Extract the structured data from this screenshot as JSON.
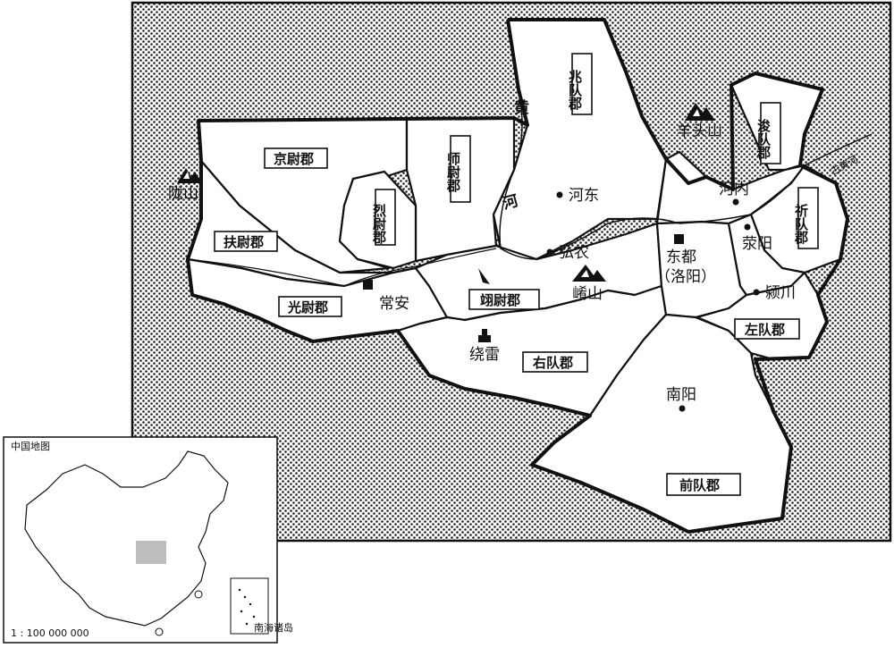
{
  "regions": {
    "jingwei": "京尉郡",
    "shiwei": "师尉郡",
    "liewei": "烈尉郡",
    "fuwei": "扶尉郡",
    "guangwei": "光尉郡",
    "yiwei": "翊尉郡",
    "youdui": "右队郡",
    "zhaodui": "兆队郡",
    "jundui": "浚队郡",
    "qidui": "祈队郡",
    "zuodui": "左队郡",
    "qiandui": "前队郡"
  },
  "cities": {
    "changan": "常安",
    "hedong": "河东",
    "hongnong": "弘农",
    "dongdu": "东都",
    "dongdu_note": "（洛阳）",
    "henei": "河内",
    "xingyang": "荥阳",
    "yingchuan": "颍川",
    "nanyang": "南阳",
    "raolei": "绕雷"
  },
  "mountains": {
    "longshan": "陇山",
    "yangtoushan": "羊头山",
    "xiaoshan": "崤山"
  },
  "rivers": {
    "huanghe_1": "黄",
    "huanghe_2": "河",
    "gu_huanghe": "古黄河"
  },
  "inset": {
    "title": "中国地图",
    "scale": "1 : 100 000 000",
    "islands_label": "南海诸岛"
  }
}
